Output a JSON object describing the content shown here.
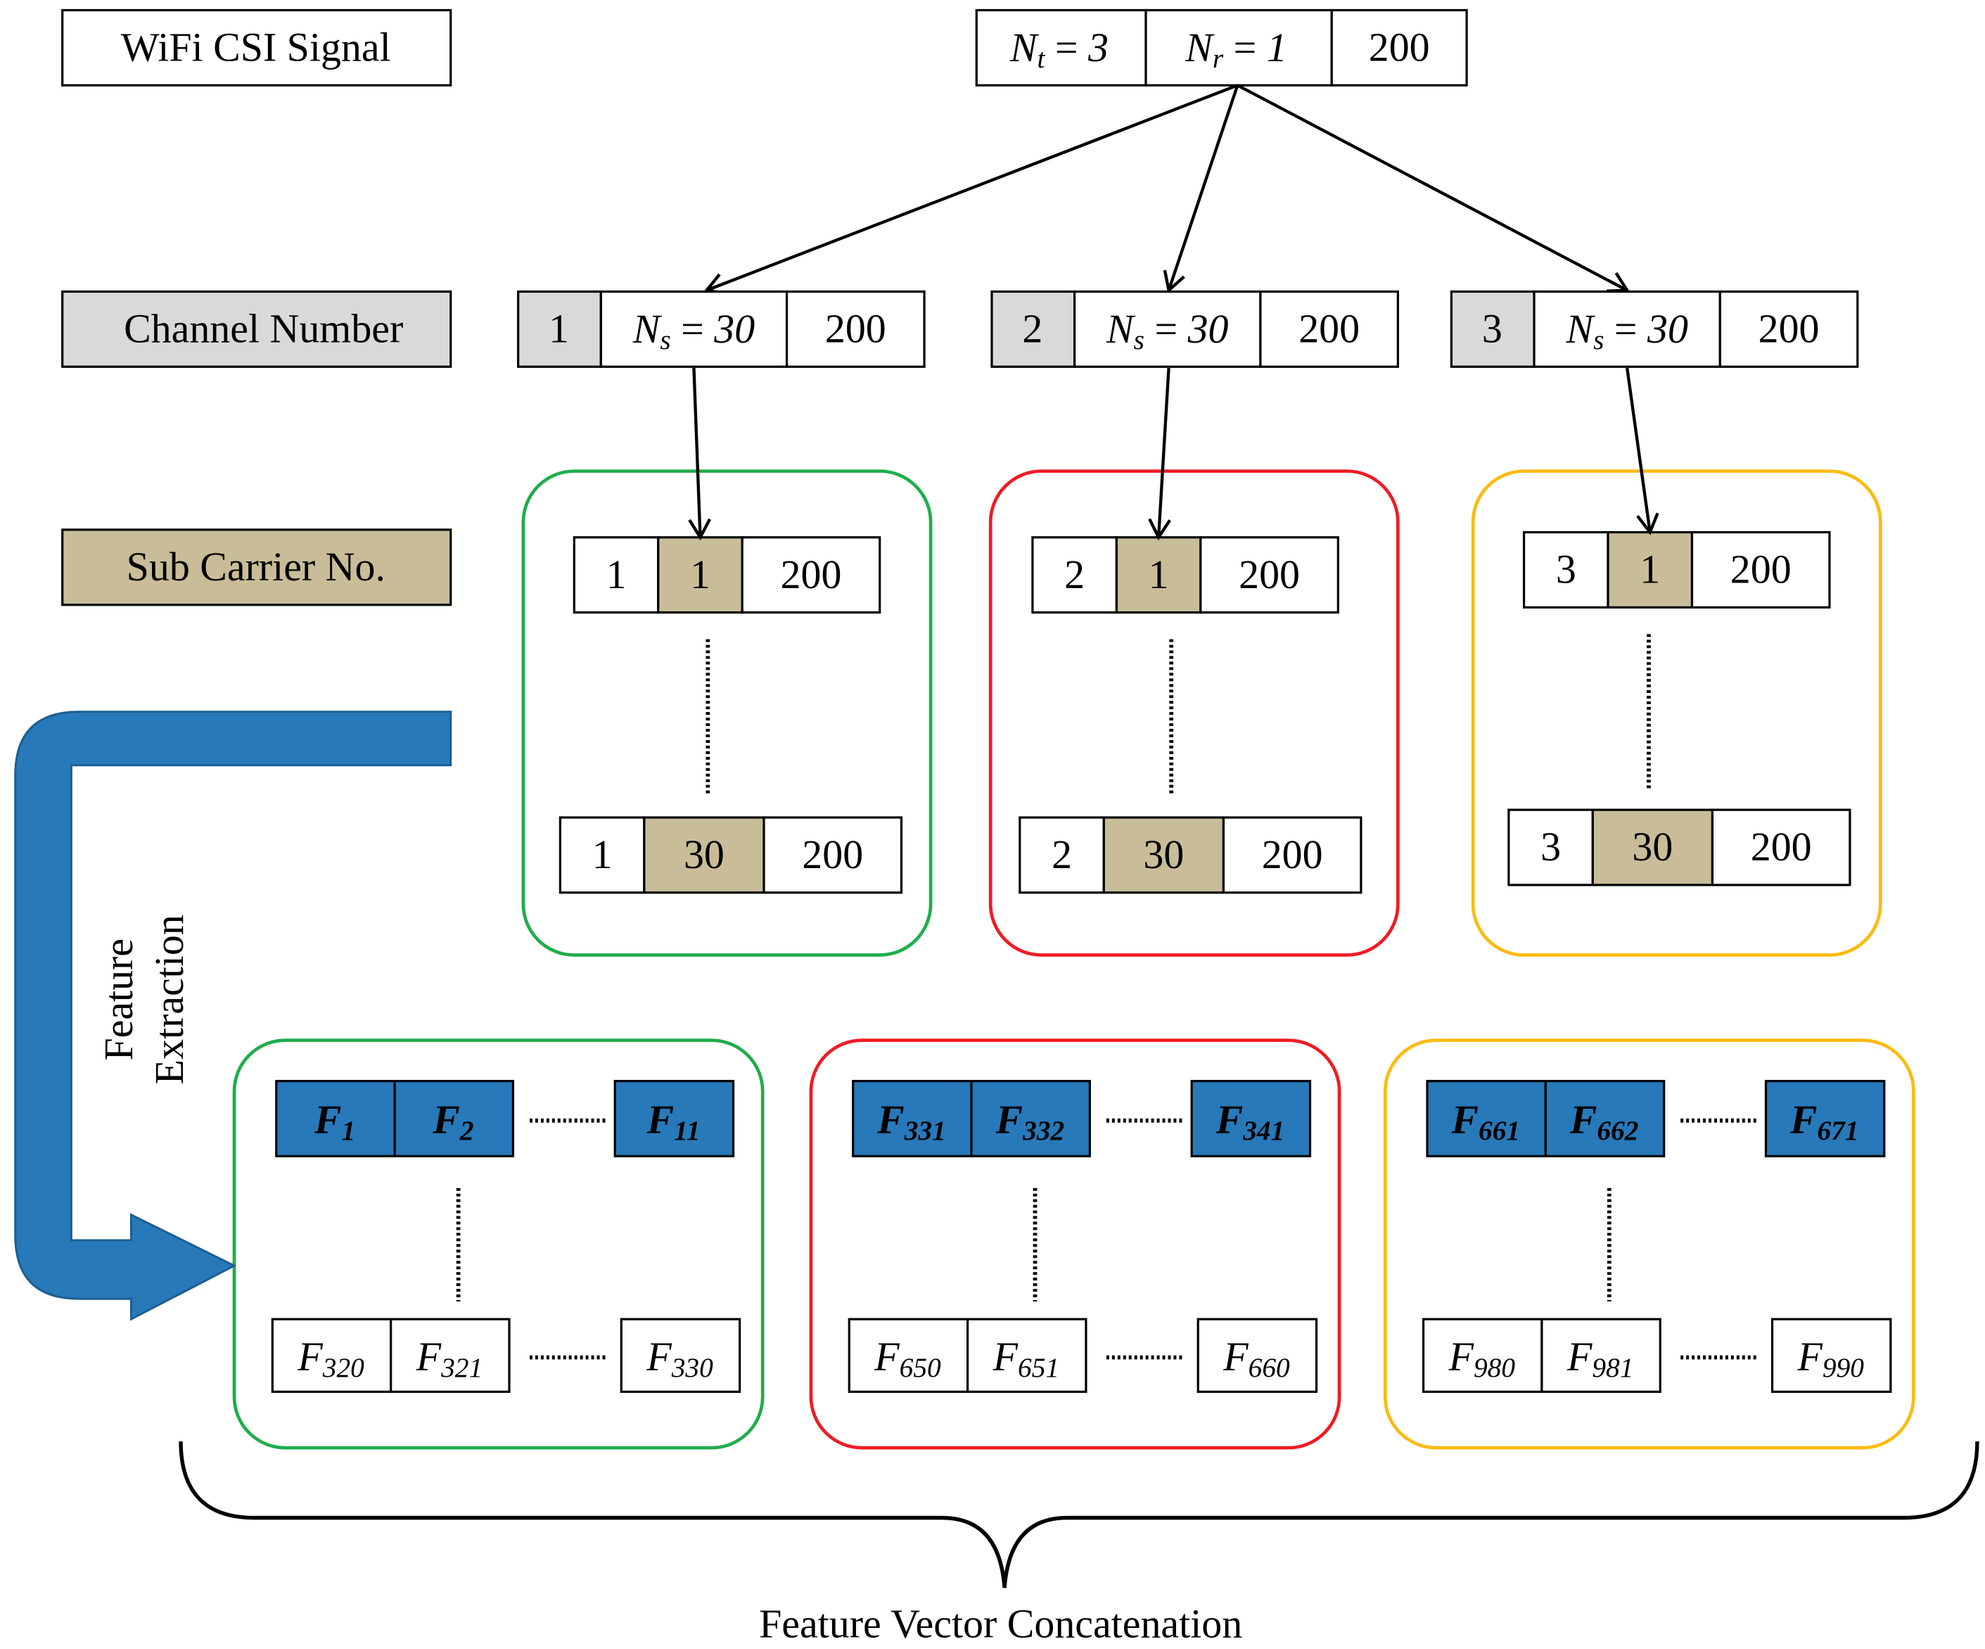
{
  "colors": {
    "gray": "#d9d9d9",
    "tan": "#c8bd98",
    "blue": "#2779b9",
    "green": "#1fad4b",
    "red": "#ee1c25",
    "orange": "#fbbb10",
    "stroke": "#000000"
  },
  "labels": {
    "wifi_csi": "WiFi CSI Signal",
    "channel_number": "Channel Number",
    "sub_carrier": "Sub Carrier No.",
    "feature_extraction_1": "Feature",
    "feature_extraction_2": "Extraction",
    "concatenation": "Feature  Vector Concatenation"
  },
  "csi": {
    "nt": {
      "sym": "N",
      "sub": "t",
      "eq": " = ",
      "val": "3"
    },
    "nr": {
      "sym": "N",
      "sub": "r",
      "eq": " = ",
      "val": "1"
    },
    "frames": "200"
  },
  "channels": [
    {
      "num": "1",
      "ns_sym": "N",
      "ns_sub": "s",
      "ns_eq": " = ",
      "ns_val": "30",
      "frames": "200",
      "sub_first": [
        "1",
        "1",
        "200"
      ],
      "sub_last": [
        "1",
        "30",
        "200"
      ],
      "feat_first": [
        [
          "F",
          "1"
        ],
        [
          "F",
          "2"
        ],
        [
          "F",
          "11"
        ]
      ],
      "feat_last": [
        [
          "F",
          "320"
        ],
        [
          "F",
          "321"
        ],
        [
          "F",
          "330"
        ]
      ]
    },
    {
      "num": "2",
      "ns_sym": "N",
      "ns_sub": "s",
      "ns_eq": " = ",
      "ns_val": "30",
      "frames": "200",
      "sub_first": [
        "2",
        "1",
        "200"
      ],
      "sub_last": [
        "2",
        "30",
        "200"
      ],
      "feat_first": [
        [
          "F",
          "331"
        ],
        [
          "F",
          "332"
        ],
        [
          "F",
          "341"
        ]
      ],
      "feat_last": [
        [
          "F",
          "650"
        ],
        [
          "F",
          "651"
        ],
        [
          "F",
          "660"
        ]
      ]
    },
    {
      "num": "3",
      "ns_sym": "N",
      "ns_sub": "s",
      "ns_eq": " = ",
      "ns_val": "30",
      "frames": "200",
      "sub_first": [
        "3",
        "1",
        "200"
      ],
      "sub_last": [
        "3",
        "30",
        "200"
      ],
      "feat_first": [
        [
          "F",
          "661"
        ],
        [
          "F",
          "662"
        ],
        [
          "F",
          "671"
        ]
      ],
      "feat_last": [
        [
          "F",
          "980"
        ],
        [
          "F",
          "981"
        ],
        [
          "F",
          "990"
        ]
      ]
    }
  ],
  "ellipsis": "......"
}
